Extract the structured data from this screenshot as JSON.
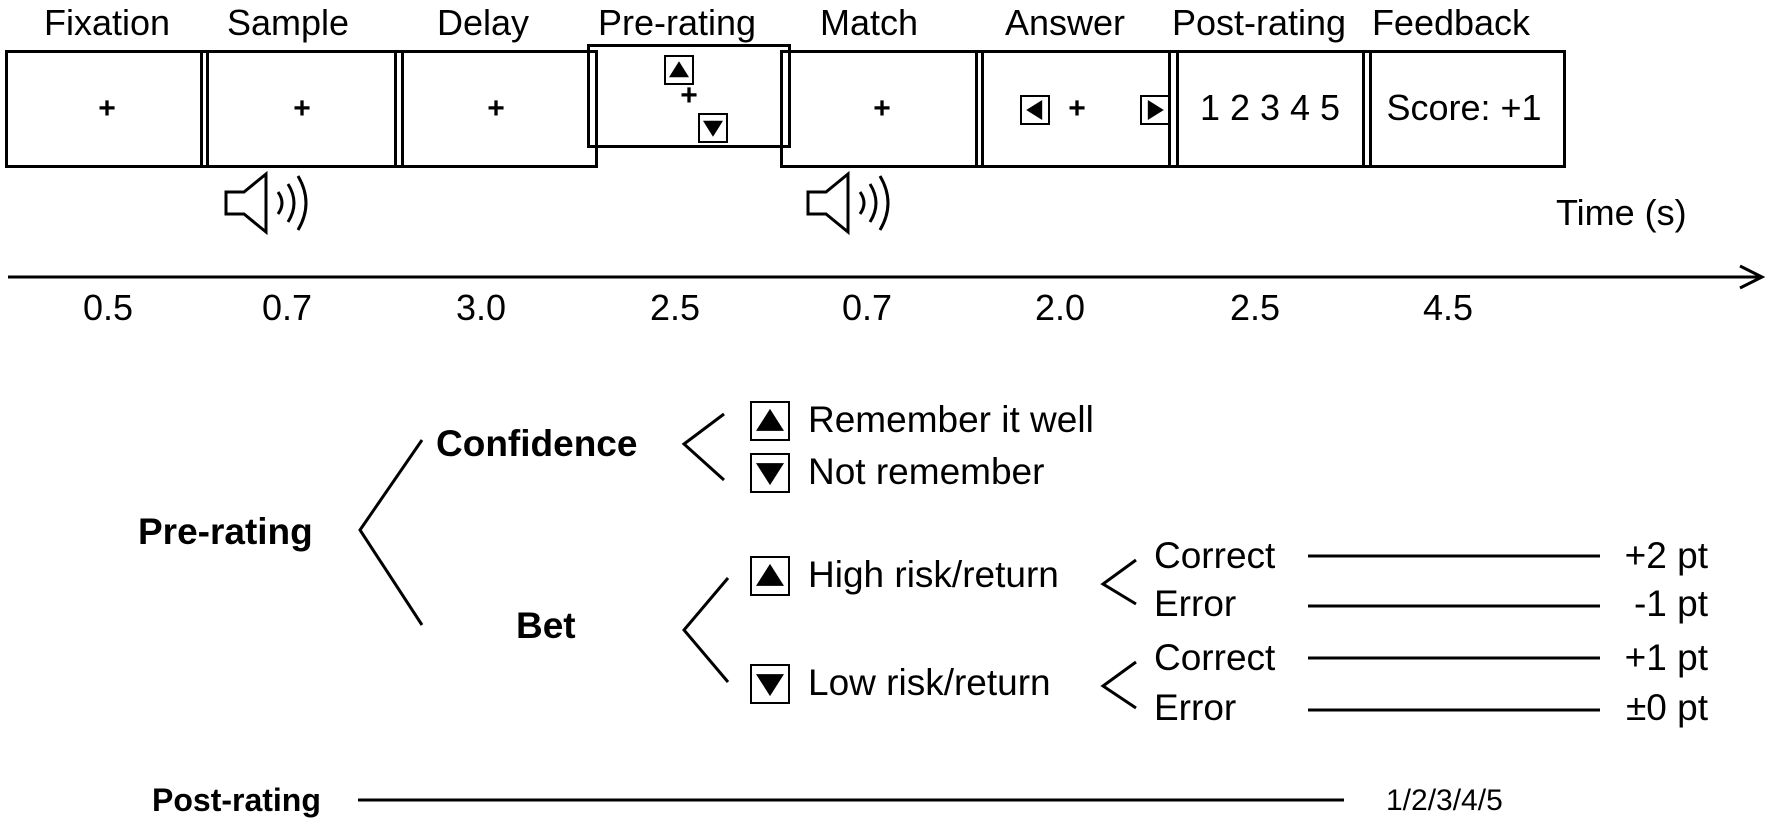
{
  "timeline": {
    "stages": [
      {
        "label": "Fixation",
        "duration": "0.5"
      },
      {
        "label": "Sample",
        "duration": "0.7"
      },
      {
        "label": "Delay",
        "duration": "3.0"
      },
      {
        "label": "Pre-rating",
        "duration": "2.5"
      },
      {
        "label": "Match",
        "duration": "0.7"
      },
      {
        "label": "Answer",
        "duration": "2.0"
      },
      {
        "label": "Post-rating",
        "duration": "2.5"
      },
      {
        "label": "Feedback",
        "duration": "4.5"
      }
    ],
    "fixation_symbol": "+",
    "post_rating_scale": "1 2 3 4 5",
    "feedback_text": "Score: +1",
    "axis_label": "Time (s)"
  },
  "tree": {
    "pre_rating": "Pre-rating",
    "confidence": "Confidence",
    "confidence_options": [
      "Remember it well",
      "Not remember"
    ],
    "bet": "Bet",
    "bet_high": "High risk/return",
    "bet_low": "Low risk/return",
    "outcomes": {
      "correct": "Correct",
      "error": "Error"
    },
    "points": [
      "+2 pt",
      "-1 pt",
      "+1 pt",
      "±0 pt"
    ],
    "post_rating": "Post-rating",
    "post_rating_values": "1/2/3/4/5"
  }
}
